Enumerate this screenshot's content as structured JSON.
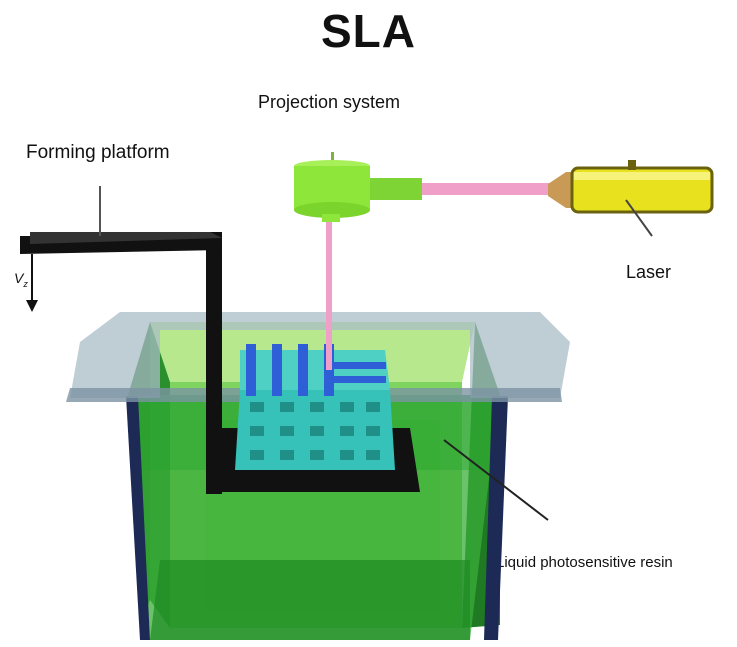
{
  "title": "SLA",
  "labels": {
    "projection_system": "Projection system",
    "forming_platform": "Forming platform",
    "laser": "Laser",
    "resin": "Liquid photosensitive resin",
    "velocity": "V",
    "velocity_sub": "z"
  },
  "colors": {
    "resin_green": "#2fa832",
    "resin_light": "#9ee07a",
    "platform_black": "#111111",
    "part_cyan": "#36c2b8",
    "scan_blue": "#2f5fd6",
    "beam_pink": "#f0a0c8",
    "laser_yellow": "#e8e21e",
    "projector_green": "#8ee63a",
    "glass_gray": "#9fb3bf"
  }
}
